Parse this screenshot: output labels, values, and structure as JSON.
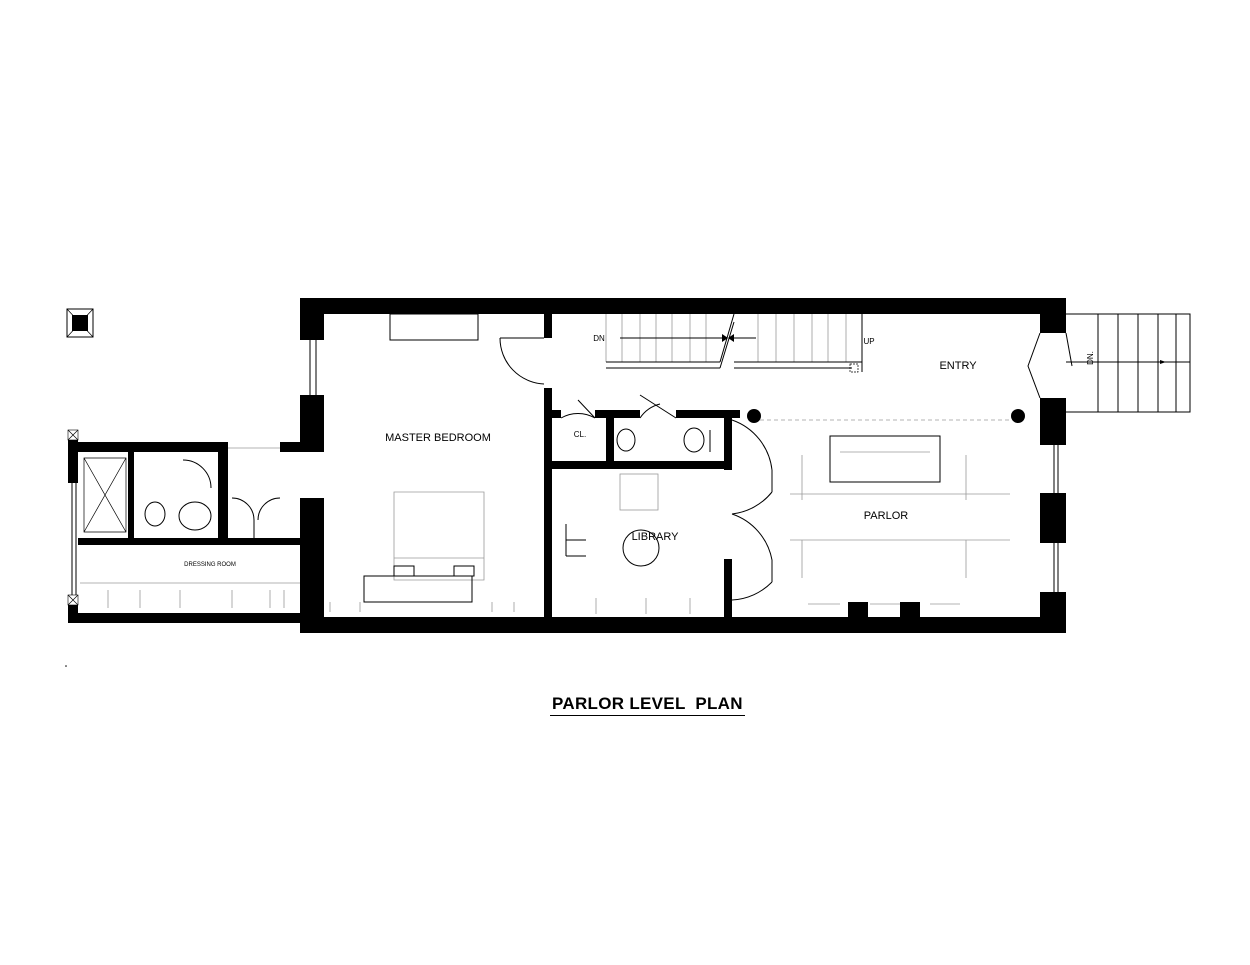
{
  "title": "PARLOR LEVEL  PLAN",
  "rooms": {
    "master_bedroom": "MASTER BEDROOM",
    "entry": "ENTRY",
    "parlor": "PARLOR",
    "library": "LIBRARY",
    "closet": "CL.",
    "dressing_room": "DRESSING ROOM"
  },
  "stairs": {
    "interior_down": "DN",
    "interior_up": "UP",
    "stoop_down": "DN."
  }
}
